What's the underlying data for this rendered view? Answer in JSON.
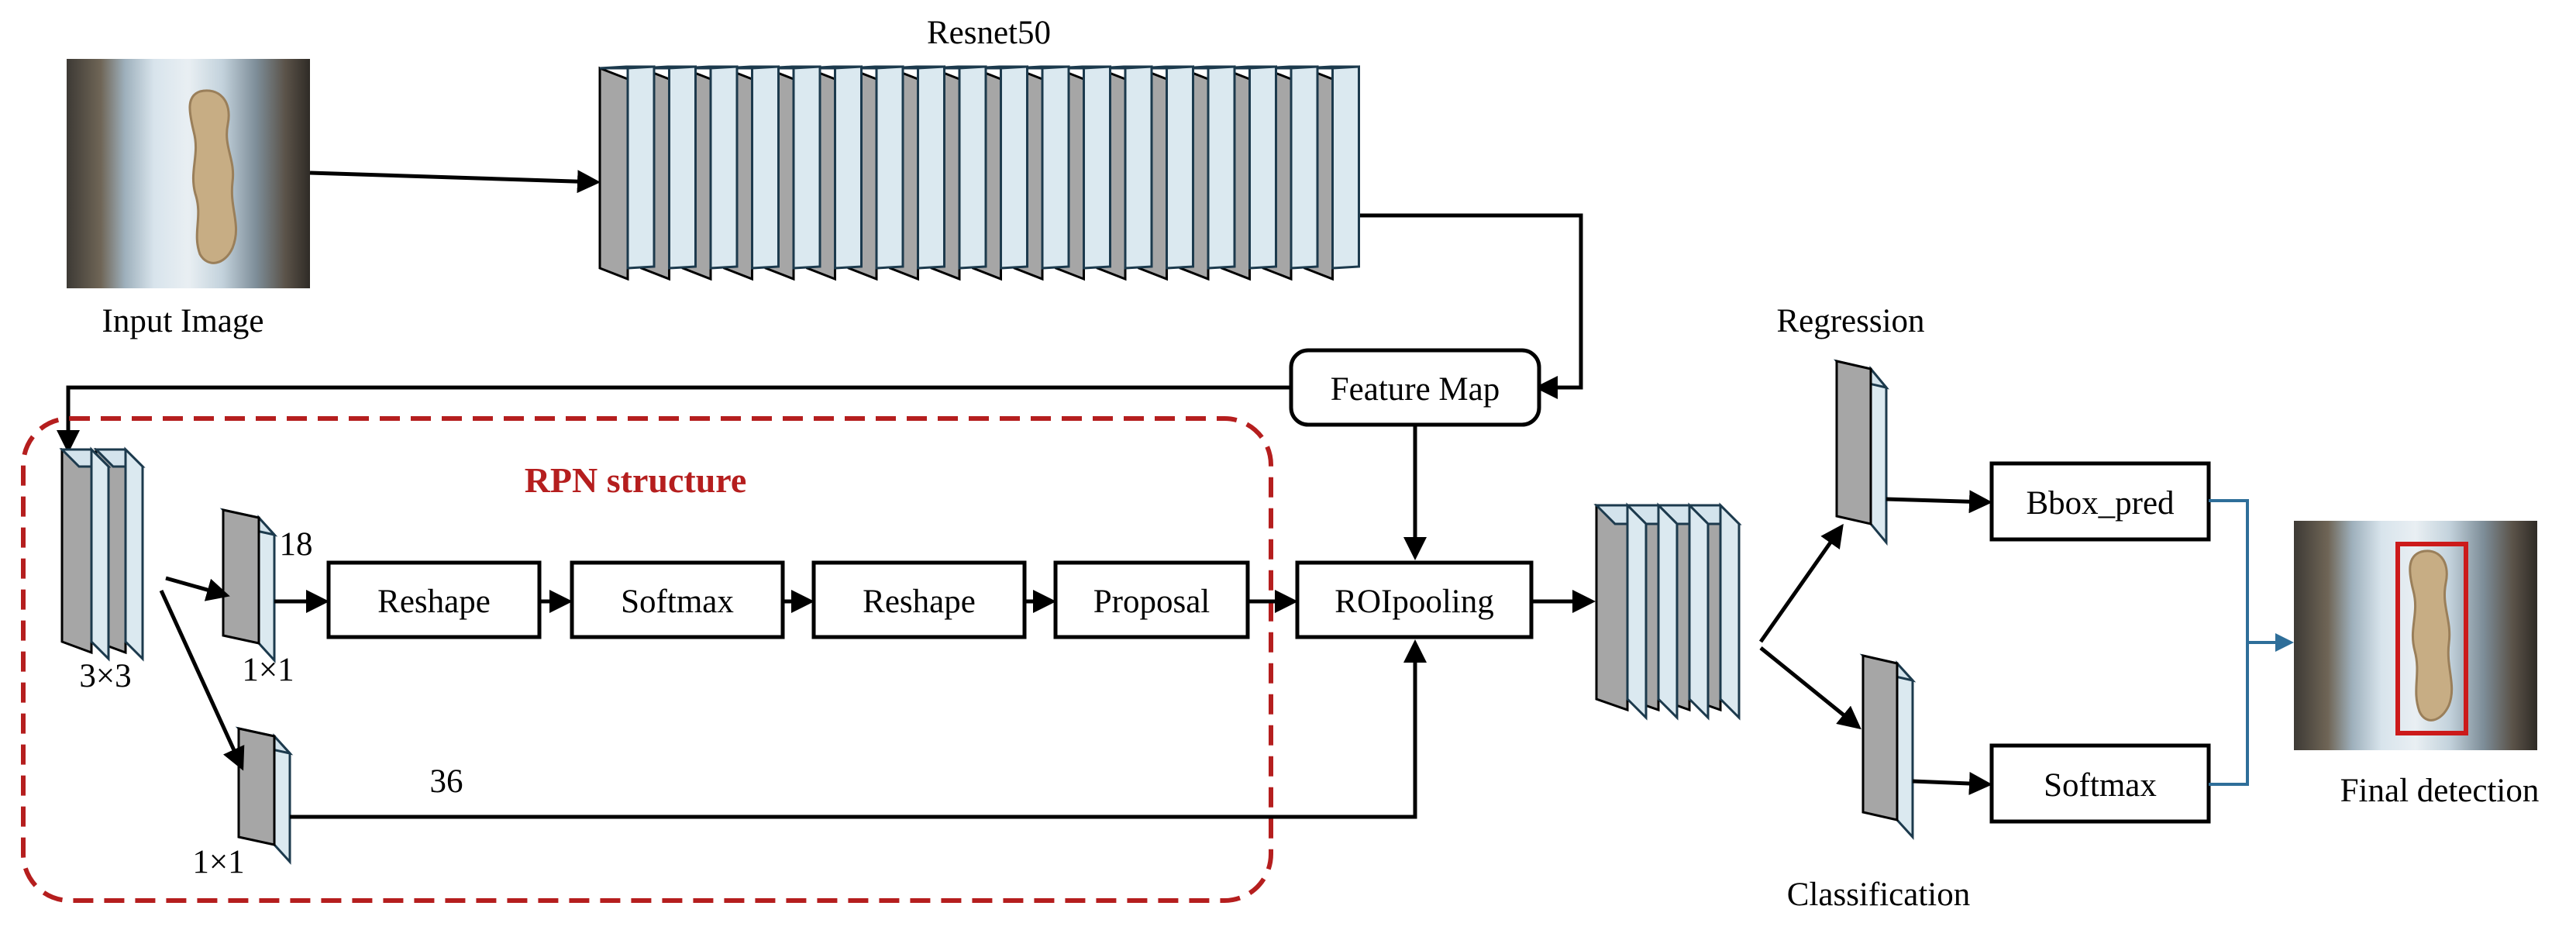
{
  "labels": {
    "input_image": "Input Image",
    "resnet": "Resnet50",
    "feature_map": "Feature Map",
    "rpn_structure": "RPN structure",
    "conv_3x3": "3×3",
    "conv_1x1_top": "1×1",
    "conv_1x1_bottom": "1×1",
    "channels_18": "18",
    "channels_36": "36",
    "reshape_1": "Reshape",
    "softmax_rpn": "Softmax",
    "reshape_2": "Reshape",
    "proposal": "Proposal",
    "roi_pooling": "ROIpooling",
    "regression": "Regression",
    "classification": "Classification",
    "bbox_pred": "Bbox_pred",
    "softmax_cls": "Softmax",
    "final_detection": "Final detection"
  },
  "colors": {
    "plate_fill": "#a6a6a6",
    "plate_edge": "#d3e3ec",
    "rpn_border": "#b51e1e",
    "output_connector": "#2e6e99",
    "detection_box": "#cc1a1a"
  },
  "counts": {
    "resnet_plates": 18,
    "rpn_conv_plates": 2,
    "pooled_plates": 4
  }
}
